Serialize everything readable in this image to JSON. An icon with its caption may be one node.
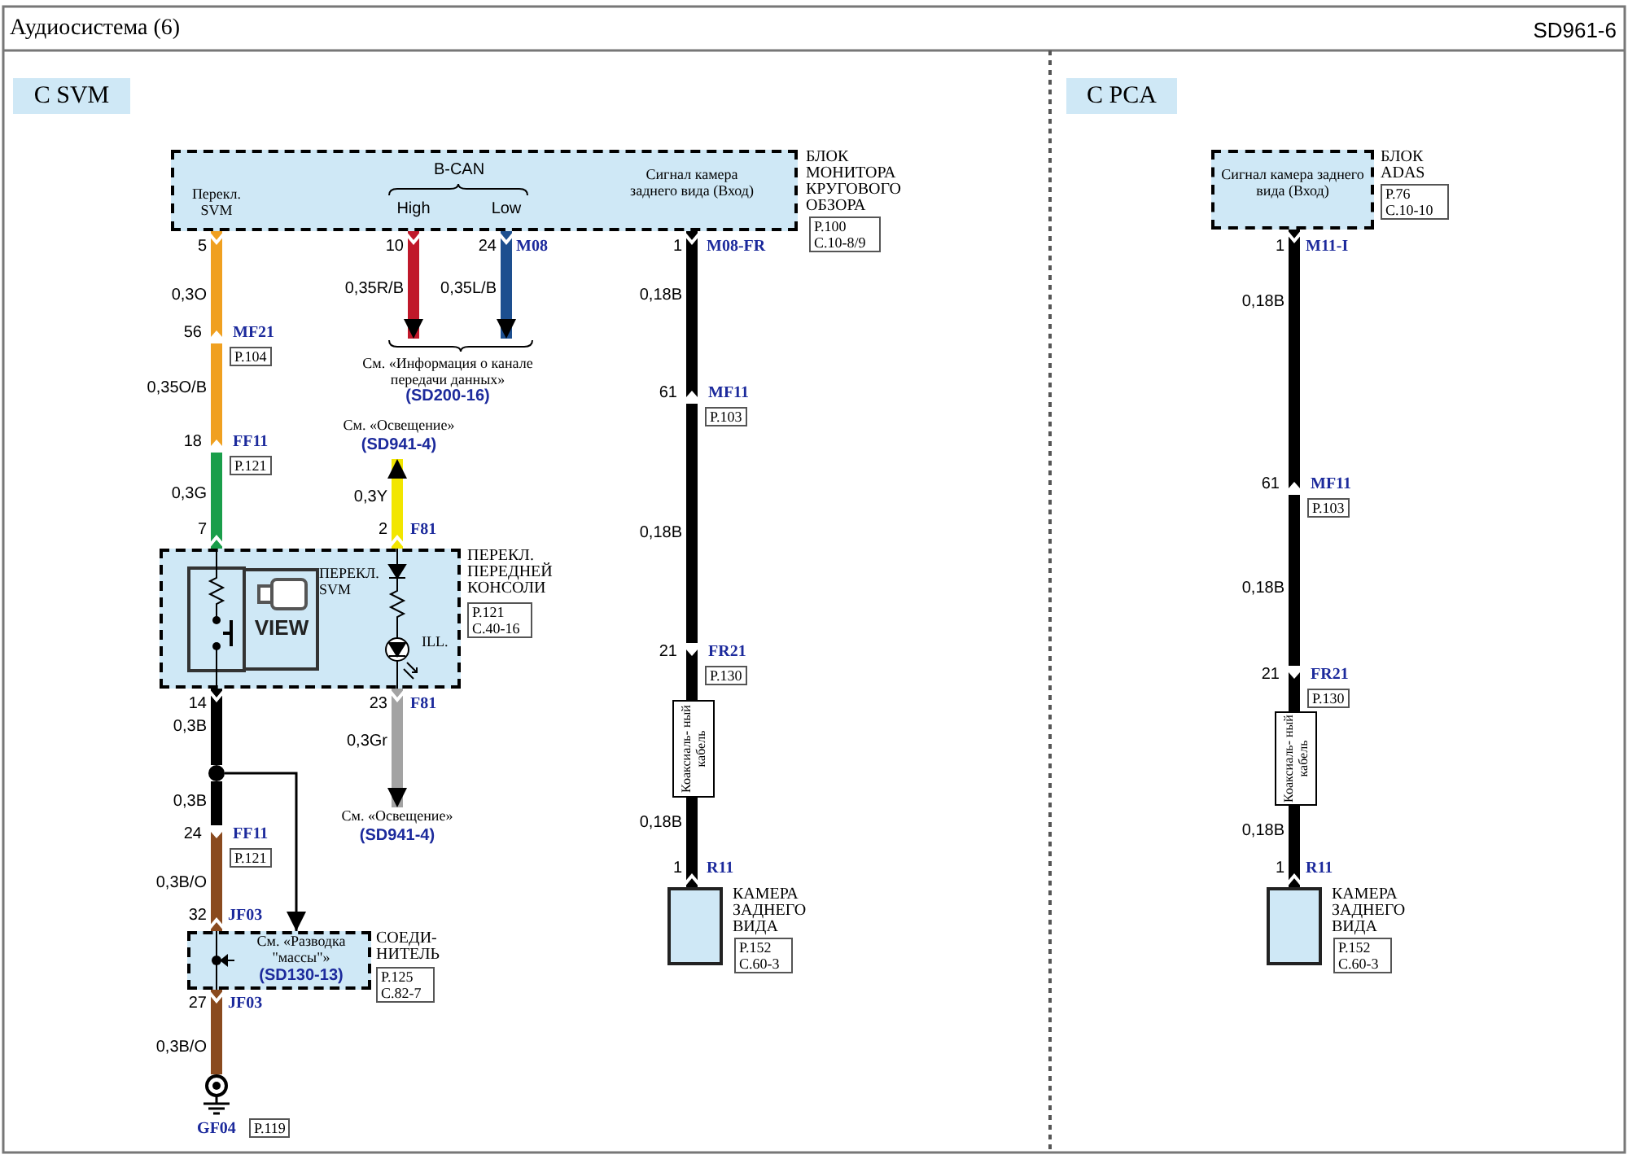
{
  "diagram": {
    "title": "Аудиосистема (6)",
    "nodes": [
      {
        "text": [
          "С SVM"
        ]
      },
      {
        "text": [
          "С PCA"
        ]
      },
      {
        "text": [
          "Перекл. SVM",
          "B-CAN",
          "High",
          "Low",
          "Сигнал камера заднего вида (Вход)",
          "БЛОК МОНИТОРА КРУГОВОГО ОБЗОРА"
        ],
        "beside": [
          "P.100 C.10-8/9"
        ]
      },
      {
        "text": [
          "MF21"
        ],
        "beside": [
          "56",
          "P.104"
        ]
      },
      {
        "text": [
          "FF11"
        ],
        "beside": [
          "18",
          "P.121"
        ]
      },
      {
        "text": [
          "ПЕРЕКЛ. SVM",
          "VIEW",
          "ILL.",
          "ПЕРЕКЛ. ПЕРЕДНЕЙ КОНСОЛИ"
        ],
        "beside": [
          "P.121 C.40-16"
        ]
      },
      {
        "text": [
          "FF11"
        ],
        "beside": [
          "24",
          "P.121"
        ]
      },
      {
        "text": [
          "См. «Разводка \"массы\"»",
          "(SD130-13)",
          "СОЕДИ- НИТЕЛЬ"
        ],
        "beside": [
          "P.125 C.82-7"
        ]
      },
      {
        "text": [
          "GF04"
        ],
        "beside": [
          "P.119"
        ]
      },
      {
        "text": [
          "См. «Информация о канале передачи данных»",
          "(SD200-16)"
        ]
      },
      {
        "text": [
          "См. «Освещение»",
          "(SD941-4)"
        ]
      },
      {
        "text": [
          "См. «Освещение»",
          "(SD941-4)"
        ]
      },
      {
        "text": [
          "MF11"
        ],
        "beside": [
          "61",
          "P.103"
        ]
      },
      {
        "text": [
          "FR21"
        ],
        "beside": [
          "21",
          "P.130"
        ]
      },
      {
        "text": [
          "Коаксиаль- ный кабель"
        ]
      },
      {
        "text": [
          "КАМЕРА ЗАДНЕГО ВИДА"
        ],
        "beside": [
          "P.152 C.60-3"
        ]
      },
      {
        "text": [
          "Сигнал камера заднего вида (Вход)",
          "БЛОК ADAS"
        ],
        "beside": [
          "P.76 C.10-10"
        ]
      },
      {
        "text": [
          "MF11"
        ],
        "beside": [
          "61",
          "P.103"
        ]
      },
      {
        "text": [
          "FR21"
        ],
        "beside": [
          "21",
          "P.130"
        ]
      },
      {
        "text": [
          "Коаксиаль- ный кабель"
        ]
      },
      {
        "text": [
          "КАМЕРА ЗАДНЕГО ВИДА"
        ],
        "beside": [
          "P.152 C.60-3"
        ]
      },
      {
        "text": [],
        "shape": "circle"
      }
    ],
    "edges": [
      {
        "from": 2,
        "to": 3,
        "arrow": "none",
        "label": "0,3O",
        "color": "#f0a020"
      },
      {
        "from": 3,
        "to": 4,
        "arrow": "none",
        "label": "0,35O/B",
        "color": "#f0a020"
      },
      {
        "from": 4,
        "to": 5,
        "arrow": "none",
        "label": "0,3G",
        "color": "#1a9e4a"
      },
      {
        "from": 2,
        "to": 9,
        "arrow": "to",
        "label": "0,35R/B",
        "color": "#c0182a"
      },
      {
        "from": 2,
        "to": 9,
        "arrow": "to",
        "label": "0,35L/B",
        "color": "#1d4f8f"
      },
      {
        "from": 5,
        "to": 10,
        "arrow": "to",
        "label": "0,3Y",
        "color": "#f2e600"
      },
      {
        "from": 5,
        "to": 11,
        "arrow": "to",
        "label": "0,3Gr",
        "color": "#a3a3a3"
      },
      {
        "from": 5,
        "to": 21,
        "arrow": "none",
        "label": "0,3B"
      },
      {
        "from": 21,
        "to": 6,
        "arrow": "none",
        "label": "0,3B"
      },
      {
        "from": 21,
        "to": 7,
        "arrow": "to"
      },
      {
        "from": 6,
        "to": 7,
        "arrow": "none",
        "label": "0,3B/O",
        "color": "#8a4a1e"
      },
      {
        "from": 7,
        "to": 8,
        "arrow": "none",
        "label": "0,3B/O",
        "color": "#8a4a1e"
      },
      {
        "from": 2,
        "to": 12,
        "arrow": "none",
        "label": "0,18B"
      },
      {
        "from": 12,
        "to": 13,
        "arrow": "none",
        "label": "0,18B"
      },
      {
        "from": 13,
        "to": 14,
        "arrow": "none"
      },
      {
        "from": 14,
        "to": 15,
        "arrow": "none",
        "label": "0,18B"
      },
      {
        "from": 16,
        "to": 17,
        "arrow": "none",
        "label": "0,18B"
      },
      {
        "from": 17,
        "to": 18,
        "arrow": "none",
        "label": "0,18B"
      },
      {
        "from": 18,
        "to": 19,
        "arrow": "none"
      },
      {
        "from": 19,
        "to": 20,
        "arrow": "none",
        "label": "0,18B"
      }
    ],
    "labels": [
      "SD961-6",
      "5",
      "10",
      "24",
      "M08",
      "1",
      "M08-FR",
      "7",
      "2",
      "F81",
      "14",
      "23",
      "F81",
      "32",
      "JF03",
      "27",
      "JF03",
      "1",
      "R11",
      "1",
      "M11-I",
      "1",
      "R11"
    ]
  }
}
